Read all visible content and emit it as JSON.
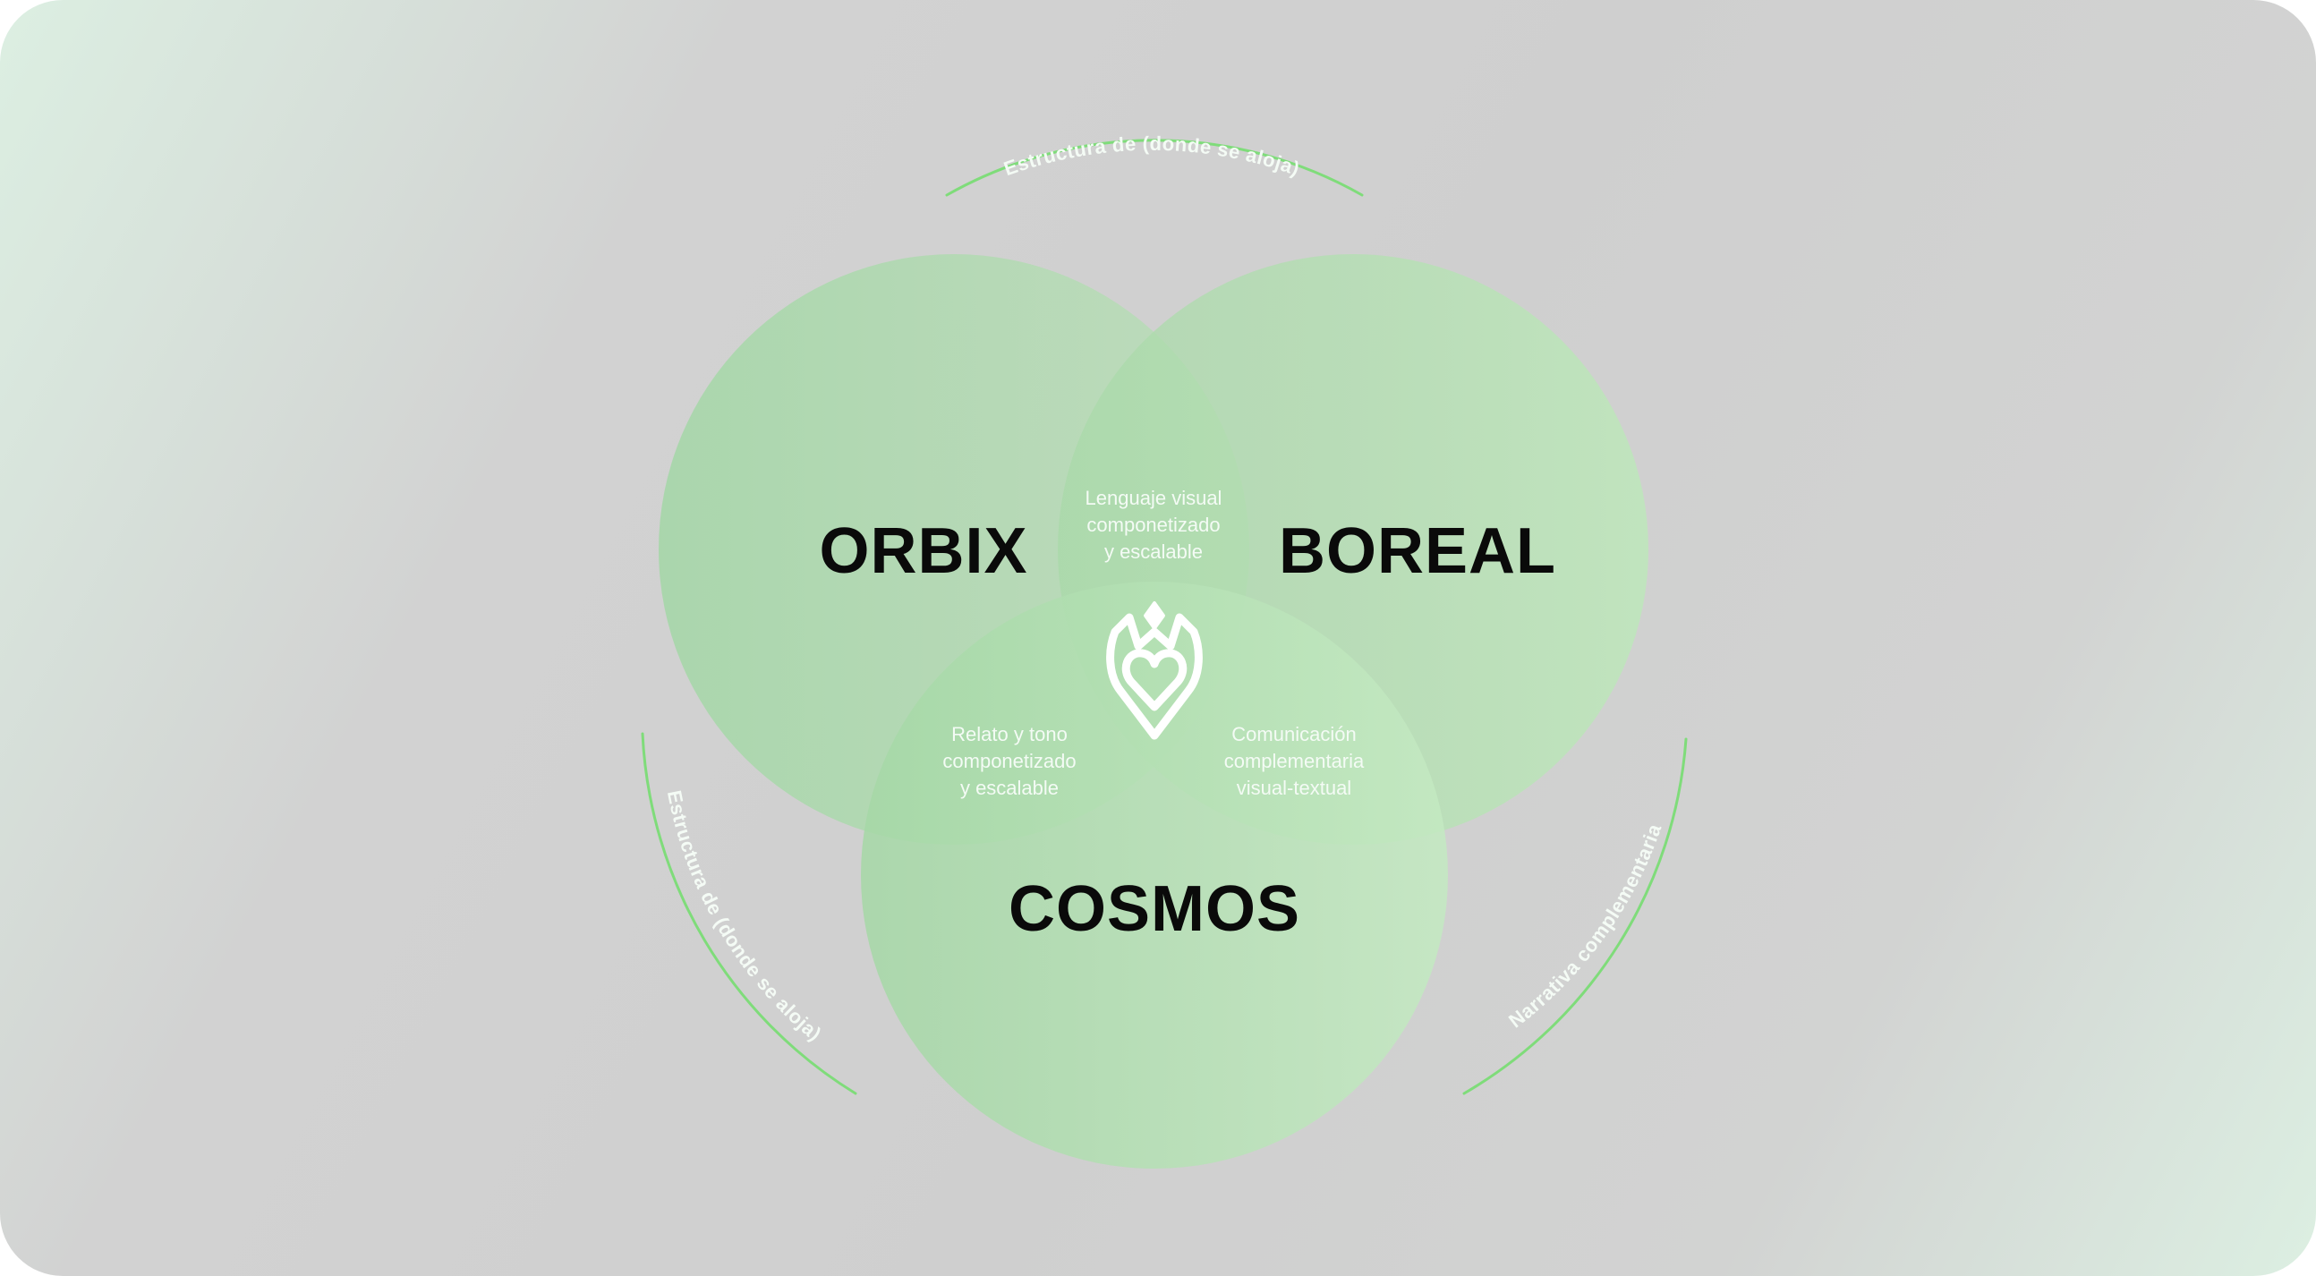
{
  "sets": [
    {
      "id": "orbix",
      "label": "ORBIX"
    },
    {
      "id": "boreal",
      "label": "BOREAL"
    },
    {
      "id": "cosmos",
      "label": "COSMOS"
    }
  ],
  "intersections": {
    "orbix_boreal": [
      "Lenguaje visual",
      "componetizado",
      "y escalable"
    ],
    "orbix_cosmos": [
      "Relato y tono",
      "componetizado",
      "y escalable"
    ],
    "boreal_cosmos": [
      "Comunicación",
      "complementaria",
      "visual-textual"
    ]
  },
  "center_icon": "crown-heart-logo",
  "arcs": {
    "top": "Estructura de (donde se aloja)",
    "left": "Estructura de (donde se aloja)",
    "right": "Narrativa complementaria"
  },
  "colors": {
    "circle_fill": "#a8dca5",
    "arc_stroke": "#7fdc7a",
    "text_light": "#f4fbf5",
    "text_dark": "#0a0a0a"
  }
}
